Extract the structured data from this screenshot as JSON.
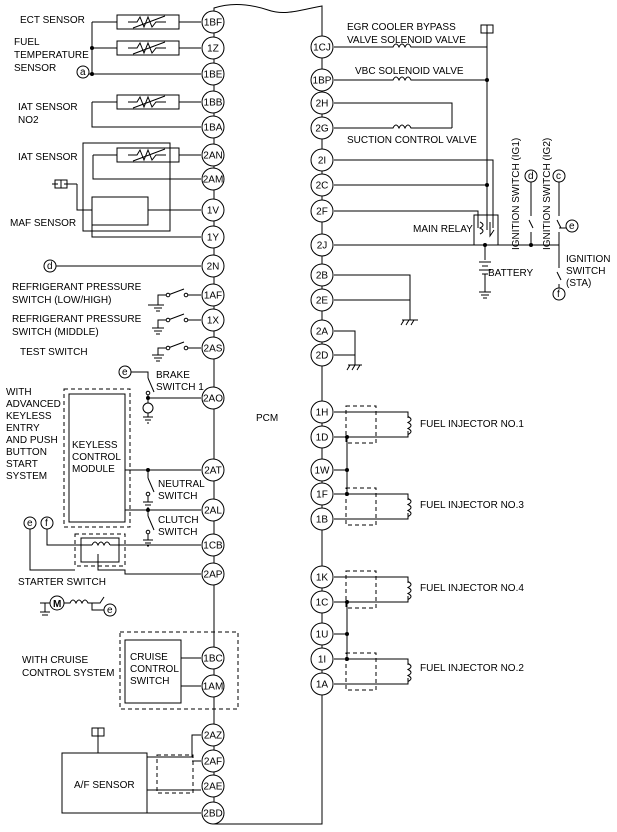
{
  "pcm_label": "PCM",
  "left_pins": [
    "1BF",
    "1Z",
    "1BE",
    "1BB",
    "1BA",
    "2AN",
    "2AM",
    "1V",
    "1Y",
    "2N",
    "1AF",
    "1X",
    "2AS",
    "2AO",
    "2AT",
    "2AL",
    "1CB",
    "2AP",
    "1BC",
    "1AM",
    "2AZ",
    "2AF",
    "2AE",
    "2BD"
  ],
  "right_pins": [
    "1CJ",
    "1BP",
    "2H",
    "2G",
    "2I",
    "2C",
    "2F",
    "2J",
    "2B",
    "2E",
    "2A",
    "2D",
    "1H",
    "1D",
    "1W",
    "1F",
    "1B",
    "1K",
    "1C",
    "1U",
    "1I",
    "1A"
  ],
  "left_labels": {
    "ect": "ECT SENSOR",
    "fuel_temp_1": "FUEL",
    "fuel_temp_2": "TEMPERATURE",
    "fuel_temp_3": "SENSOR",
    "iat2_1": "IAT SENSOR",
    "iat2_2": "NO2",
    "iat": "IAT SENSOR",
    "maf": "MAF SENSOR",
    "refrig_lh_1": "REFRIGERANT PRESSURE",
    "refrig_lh_2": "SWITCH (LOW/HIGH)",
    "refrig_mid_1": "REFRIGERANT PRESSURE",
    "refrig_mid_2": "SWITCH (MIDDLE)",
    "test": "TEST SWITCH",
    "brake_1": "BRAKE",
    "brake_2": "SWITCH 1",
    "with_adv": [
      "WITH",
      "ADVANCED",
      "KEYLESS",
      "ENTRY",
      "AND PUSH",
      "BUTTON",
      "START",
      "SYSTEM"
    ],
    "keyless": [
      "KEYLESS",
      "CONTROL",
      "MODULE"
    ],
    "neutral_1": "NEUTRAL",
    "neutral_2": "SWITCH",
    "clutch_1": "CLUTCH",
    "clutch_2": "SWITCH",
    "starter": "STARTER SWITCH",
    "motor": "M",
    "with_cruise_1": "WITH CRUISE",
    "with_cruise_2": "CONTROL SYSTEM",
    "cruise": [
      "CRUISE",
      "CONTROL",
      "SWITCH"
    ],
    "af": "A/F SENSOR"
  },
  "right_labels": {
    "egr_1": "EGR COOLER BYPASS",
    "egr_2": "VALVE SOLENOID VALVE",
    "vbc": "VBC SOLENOID VALVE",
    "suction": "SUCTION CONTROL VALVE",
    "main_relay": "MAIN RELAY",
    "battery": "BATTERY",
    "ig1": "IGNITION SWITCH (IG1)",
    "ig2": "IGNITION SWITCH (IG2)",
    "sta_1": "IGNITION",
    "sta_2": "SWITCH",
    "sta_3": "(STA)",
    "inj1": "FUEL INJECTOR NO.1",
    "inj3": "FUEL INJECTOR NO.3",
    "inj4": "FUEL INJECTOR NO.4",
    "inj2": "FUEL INJECTOR NO.2"
  },
  "connectors": {
    "a": "a",
    "c": "c",
    "d": "d",
    "e": "e",
    "f": "f"
  }
}
